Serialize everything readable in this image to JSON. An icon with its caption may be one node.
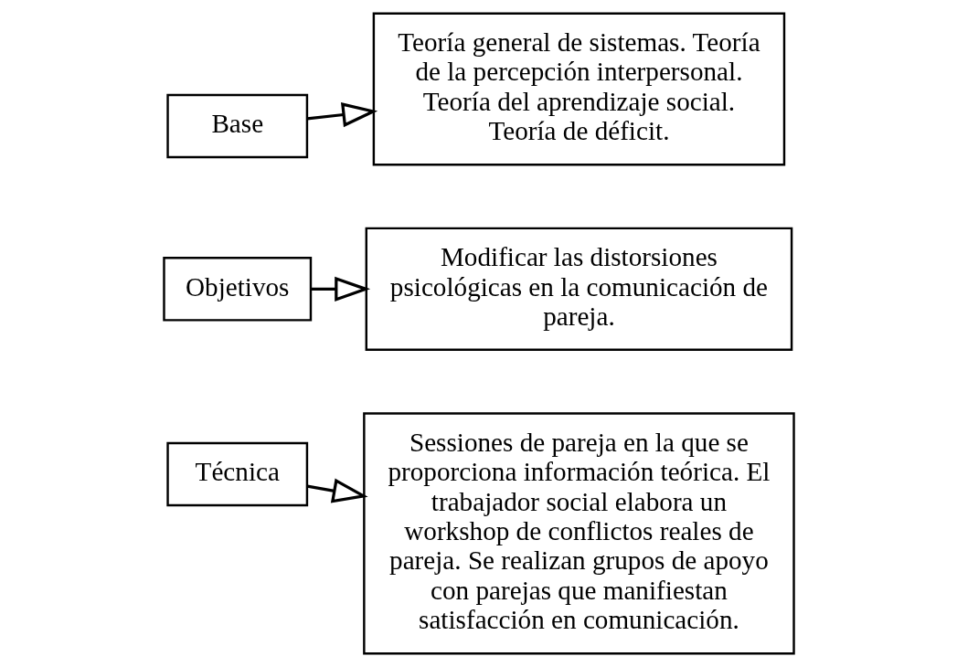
{
  "diagram": {
    "nodes": [
      {
        "text": [
          "Base"
        ]
      },
      {
        "text": [
          "Teoría general de sistemas. Teoría de la percepción interpersonal. Teoría del aprendizaje social. Teoría de déficit."
        ]
      },
      {
        "text": [
          "Objetivos"
        ]
      },
      {
        "text": [
          "Modificar las distorsiones psicológicas en la comunicación de pareja."
        ]
      },
      {
        "text": [
          "Técnica"
        ]
      },
      {
        "text": [
          "Sessiones de pareja en la que se proporciona información teórica. El trabajador social elabora un workshop de conflictos reales de pareja. Se realizan grupos de apoyo con parejas que manifiestan satisfacción en comunicación."
        ]
      }
    ],
    "edges": [
      {
        "from": 0,
        "to": 1,
        "arrow": "to"
      },
      {
        "from": 2,
        "to": 3,
        "arrow": "to"
      },
      {
        "from": 4,
        "to": 5,
        "arrow": "to"
      }
    ]
  }
}
